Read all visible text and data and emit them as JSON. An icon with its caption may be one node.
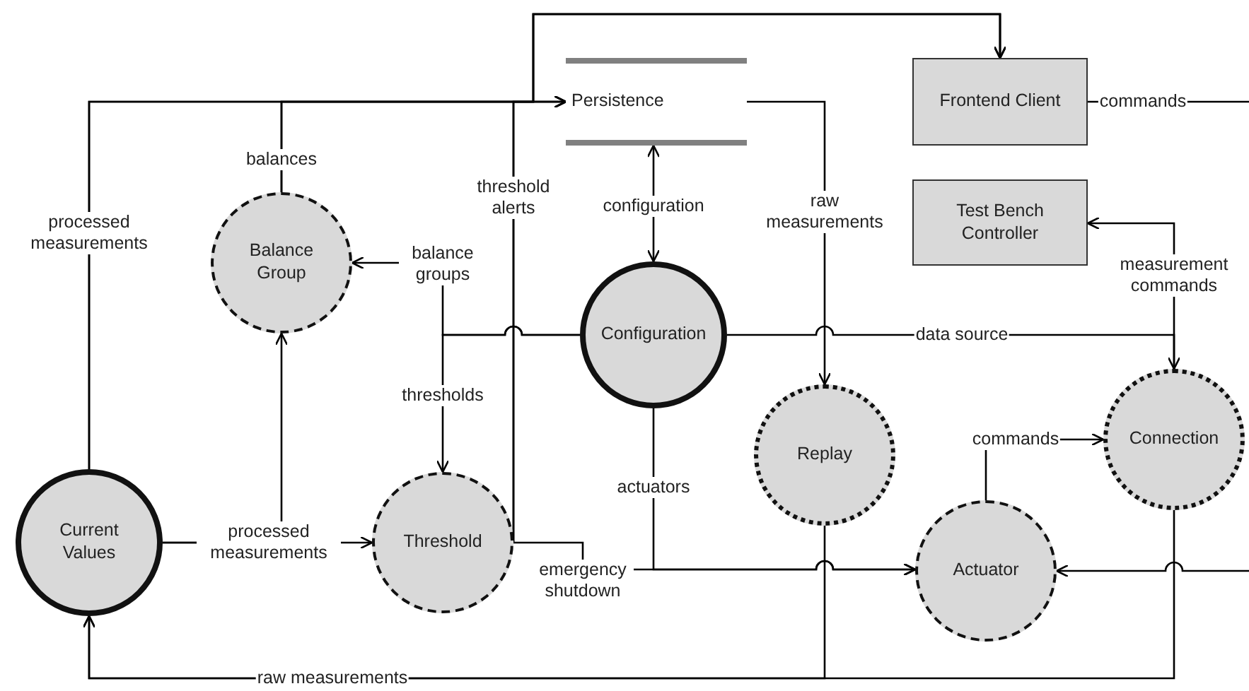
{
  "diagram": {
    "nodes": [
      {
        "text": [
          "Persistence"
        ]
      },
      {
        "text": [
          "Frontend Client"
        ]
      },
      {
        "text": [
          "Test Bench Controller"
        ]
      },
      {
        "text": [
          "Balance Group"
        ]
      },
      {
        "text": [
          "Configuration"
        ]
      },
      {
        "text": [
          "Replay"
        ]
      },
      {
        "text": [
          "Connection"
        ]
      },
      {
        "text": [
          "Current Values"
        ]
      },
      {
        "text": [
          "Threshold"
        ]
      },
      {
        "text": [
          "Actuator"
        ]
      }
    ],
    "edges": [
      {
        "from": 7,
        "to": 0,
        "arrow": "to",
        "label": "processed measurements"
      },
      {
        "from": 3,
        "to": 0,
        "arrow": "to",
        "label": "balances"
      },
      {
        "from": 8,
        "to": 0,
        "arrow": "to",
        "label": "threshold alerts"
      },
      {
        "from": 7,
        "to": 1,
        "arrow": "to"
      },
      {
        "from": 3,
        "to": 1,
        "arrow": "to"
      },
      {
        "from": 8,
        "to": 1,
        "arrow": "to"
      },
      {
        "from": 1,
        "to": null,
        "arrow": "none",
        "label": "commands"
      },
      {
        "from": null,
        "to": 9,
        "arrow": "to"
      },
      {
        "from": 0,
        "to": 4,
        "arrow": "both",
        "label": "configuration"
      },
      {
        "from": 0,
        "to": 5,
        "arrow": "to",
        "label": "raw measurements"
      },
      {
        "from": 4,
        "to": 3,
        "arrow": "to",
        "label": "balance groups"
      },
      {
        "from": 4,
        "to": 8,
        "arrow": "to",
        "label": "thresholds"
      },
      {
        "from": 4,
        "to": 6,
        "arrow": "to",
        "label": "data source"
      },
      {
        "from": 6,
        "to": 2,
        "arrow": "to",
        "label": "measurement commands"
      },
      {
        "from": 7,
        "to": 3,
        "arrow": "to"
      },
      {
        "from": 7,
        "to": 8,
        "arrow": "to",
        "label": "processed measurements"
      },
      {
        "from": 4,
        "to": 9,
        "arrow": "to",
        "label": "actuators"
      },
      {
        "from": 8,
        "to": 9,
        "arrow": "to",
        "label": "emergency shutdown"
      },
      {
        "from": 5,
        "to": 7,
        "arrow": "to",
        "label": "raw measurements"
      },
      {
        "from": 6,
        "to": 7,
        "arrow": "to"
      },
      {
        "from": 9,
        "to": 6,
        "arrow": "to",
        "label": "commands"
      }
    ]
  }
}
